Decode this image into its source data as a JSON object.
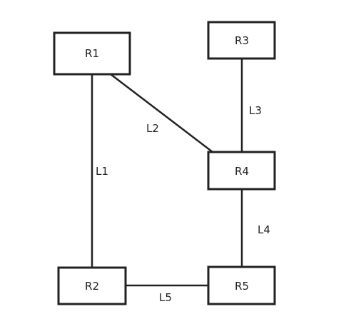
{
  "diagram": {
    "nodes": [
      {
        "id": "R1",
        "label": "R1"
      },
      {
        "id": "R2",
        "label": "R2"
      },
      {
        "id": "R3",
        "label": "R3"
      },
      {
        "id": "R4",
        "label": "R4"
      },
      {
        "id": "R5",
        "label": "R5"
      }
    ],
    "links": [
      {
        "id": "L1",
        "label": "L1",
        "from": "R1",
        "to": "R2"
      },
      {
        "id": "L2",
        "label": "L2",
        "from": "R1",
        "to": "R4"
      },
      {
        "id": "L3",
        "label": "L3",
        "from": "R3",
        "to": "R4"
      },
      {
        "id": "L4",
        "label": "L4",
        "from": "R4",
        "to": "R5"
      },
      {
        "id": "L5",
        "label": "L5",
        "from": "R2",
        "to": "R5"
      }
    ],
    "colors": {
      "stroke": "#222222",
      "fill": "#ffffff",
      "text": "#222222"
    }
  }
}
